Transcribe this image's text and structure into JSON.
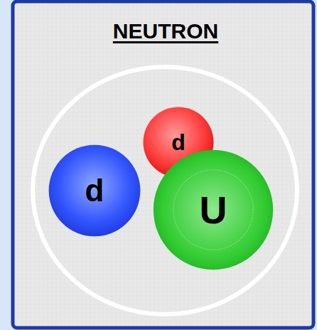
{
  "diagram": {
    "title": "NEUTRON",
    "nodes": [
      {
        "text": [
          "d"
        ]
      },
      {
        "text": [
          "d"
        ]
      },
      {
        "text": [
          "U"
        ]
      }
    ]
  }
}
